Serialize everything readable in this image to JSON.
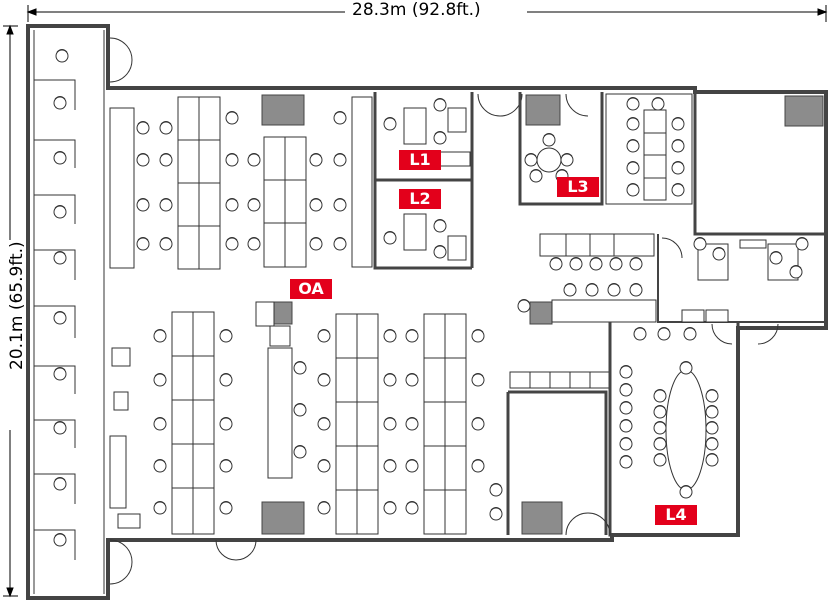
{
  "dimensions": {
    "width_label": "28.3m (92.8ft.)",
    "height_label": "20.1m (65.9ft.)"
  },
  "rooms": [
    {
      "id": "l1",
      "label": "L1"
    },
    {
      "id": "l2",
      "label": "L2"
    },
    {
      "id": "l3",
      "label": "L3"
    },
    {
      "id": "l4",
      "label": "L4"
    },
    {
      "id": "oa",
      "label": "OA"
    }
  ],
  "colors": {
    "tag": "#e3001b",
    "wall": "#444444",
    "column": "#8c8c8c",
    "line": "#333333"
  }
}
